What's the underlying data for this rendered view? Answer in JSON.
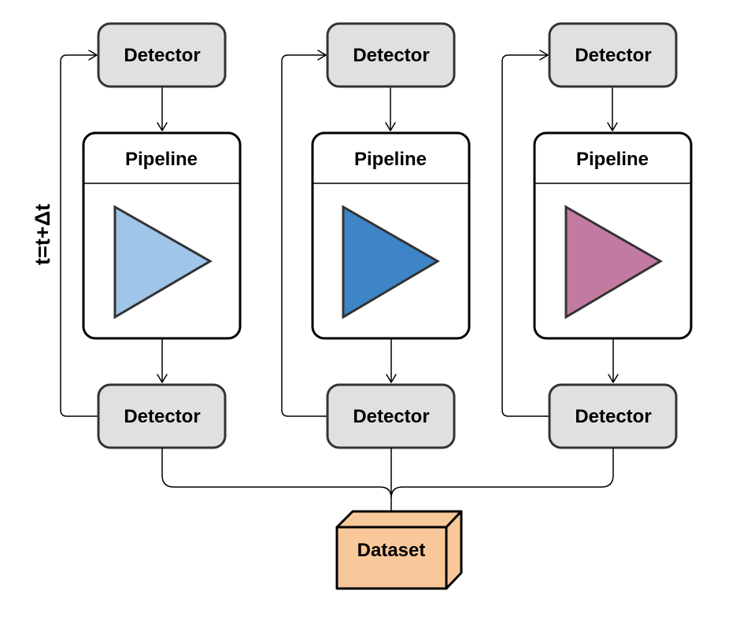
{
  "loop_label": "t=t+Δt",
  "columns": [
    {
      "top_detector": "Detector",
      "pipeline": "Pipeline",
      "bottom_detector": "Detector",
      "triangle_color": "#9fc5e8"
    },
    {
      "top_detector": "Detector",
      "pipeline": "Pipeline",
      "bottom_detector": "Detector",
      "triangle_color": "#3d85c6"
    },
    {
      "top_detector": "Detector",
      "pipeline": "Pipeline",
      "bottom_detector": "Detector",
      "triangle_color": "#c27ba0"
    }
  ],
  "dataset": {
    "label": "Dataset",
    "color": "#f8c89a"
  }
}
